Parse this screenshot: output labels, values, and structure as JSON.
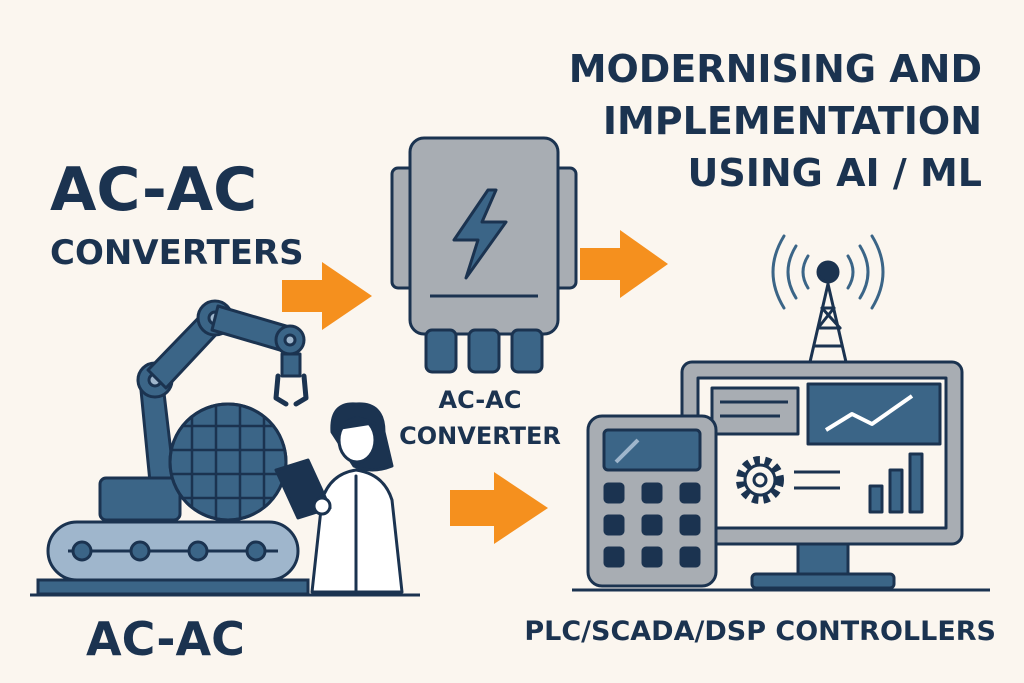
{
  "title_lines": [
    "MODERNISING AND",
    "IMPLEMENTATION",
    "USING AI / ML"
  ],
  "left_heading": {
    "line1": "AC-AC",
    "line2": "CONVERTERS"
  },
  "converter_label": {
    "line1": "AC-AC",
    "line2": "CONVERTER"
  },
  "bottom_left_label": "AC-AC",
  "controllers_label": "PLC/SCADA/DSP CONTROLLERS",
  "colors": {
    "background": "#FBF6EF",
    "navy": "#1B3350",
    "steel_blue": "#3B6587",
    "light_blue": "#9FB6CC",
    "gray": "#A8ADB3",
    "orange": "#F5901E"
  },
  "icons": [
    "robot-arm-icon",
    "globe-grid-icon",
    "conveyor-icon",
    "engineer-with-tablet-icon",
    "converter-box-icon",
    "lightning-bolt-icon",
    "antenna-tower-icon",
    "monitor-dashboard-icon",
    "gear-icon",
    "bar-chart-icon",
    "line-chart-icon",
    "calculator-icon",
    "arrow-right-icon"
  ]
}
